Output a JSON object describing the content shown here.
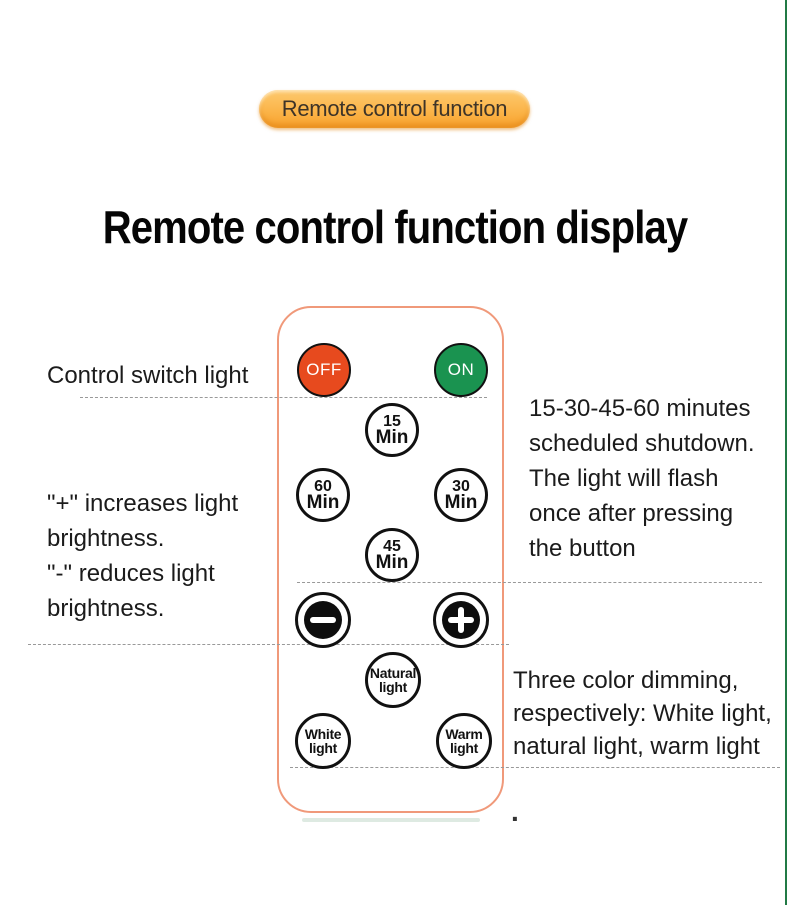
{
  "page": {
    "background": "#ffffff",
    "right_edge_line_color": "#217a45"
  },
  "badge": {
    "label": "Remote control function",
    "bg_gradient_top": "#fdc96e",
    "bg_gradient_bottom": "#f8a12c",
    "text_color": "#3e3428"
  },
  "heading": {
    "text": "Remote control function display",
    "color": "#050505"
  },
  "remote": {
    "outline_color": "#f0997a",
    "power_buttons": [
      {
        "label": "OFF",
        "color": "#e74a1e"
      },
      {
        "label": "ON",
        "color": "#1a9350"
      }
    ],
    "timer_buttons": [
      {
        "value": "15",
        "unit": "Min"
      },
      {
        "value": "60",
        "unit": "Min"
      },
      {
        "value": "30",
        "unit": "Min"
      },
      {
        "value": "45",
        "unit": "Min"
      }
    ],
    "dim_buttons": [
      {
        "icon": "minus"
      },
      {
        "icon": "plus"
      }
    ],
    "color_buttons": [
      {
        "line1": "Natural",
        "line2": "light"
      },
      {
        "line1": "White",
        "line2": "light"
      },
      {
        "line1": "Warm",
        "line2": "light"
      }
    ]
  },
  "annotations": {
    "control_switch": {
      "text": "Control switch light"
    },
    "brightness": {
      "lines": [
        "\"+\" increases light",
        "brightness.",
        "\"-\" reduces light",
        "brightness."
      ]
    },
    "timer_note": {
      "lines": [
        "15-30-45-60 minutes",
        "scheduled shutdown.",
        "The light will flash",
        "once after pressing",
        "the button"
      ]
    },
    "dimming_note": {
      "lines": [
        "Three color dimming,",
        "respectively: White light,",
        "natural light, warm light"
      ]
    },
    "stray_dot": "."
  }
}
